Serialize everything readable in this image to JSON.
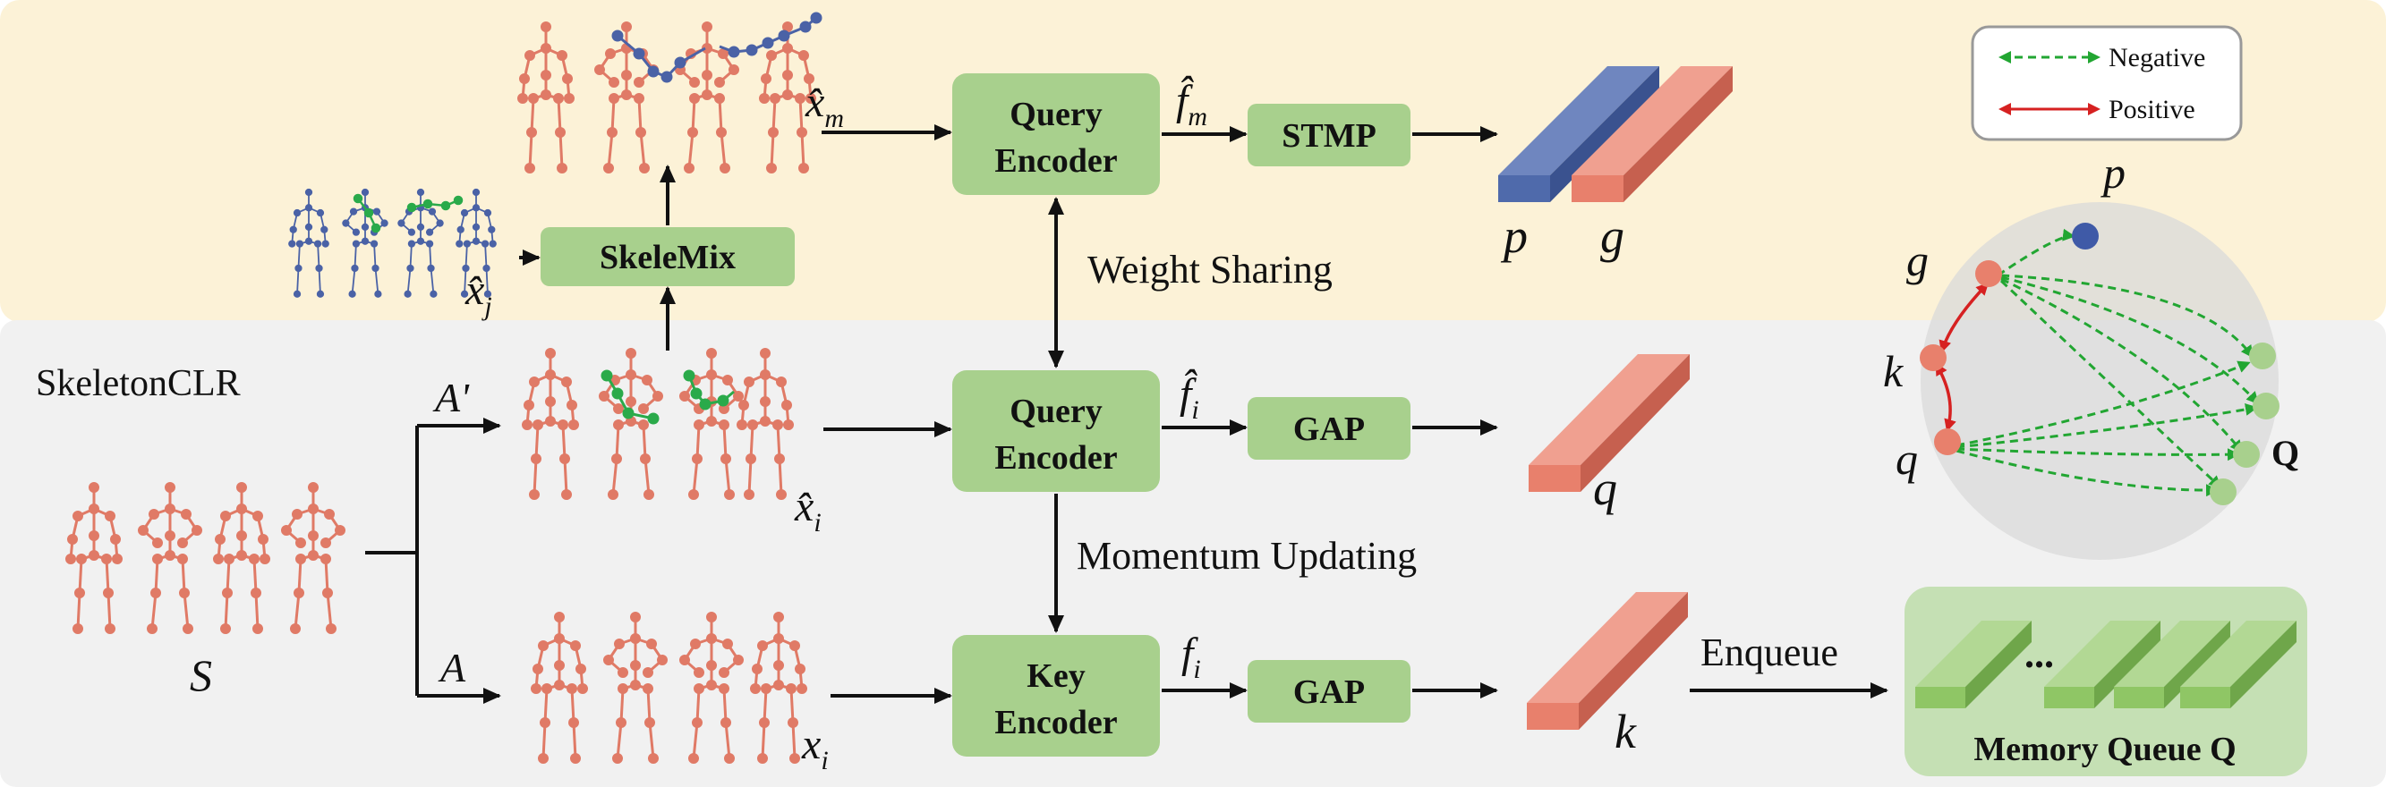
{
  "sections": {
    "bottom_label": "SkeletonCLR"
  },
  "boxes": {
    "skelemix": "SkeleMix",
    "query_encoder_top": [
      "Query",
      "Encoder"
    ],
    "query_encoder_mid": [
      "Query",
      "Encoder"
    ],
    "key_encoder": [
      "Key",
      "Encoder"
    ],
    "stmp": "STMP",
    "gap_mid": "GAP",
    "gap_bottom": "GAP"
  },
  "labels": {
    "weight_sharing": "Weight Sharing",
    "momentum_updating": "Momentum Updating",
    "enqueue": "Enqueue",
    "memory_queue": "Memory Queue Q",
    "ellipsis": "..."
  },
  "math": {
    "x_hat_m": "x̂",
    "x_hat_m_sub": "m",
    "x_hat_j": "x̂",
    "x_hat_j_sub": "j",
    "x_hat_i": "x̂",
    "x_hat_i_sub": "i",
    "x_i": "x",
    "x_i_sub": "i",
    "f_hat_m": "f̂",
    "f_hat_m_sub": "m",
    "f_hat_i": "f̂",
    "f_hat_i_sub": "i",
    "f_i": "f",
    "f_i_sub": "i",
    "A_prime": "A'",
    "A": "A",
    "S": "S"
  },
  "features": {
    "p": "p",
    "g": "g",
    "q": "q",
    "k": "k"
  },
  "legend": {
    "negative": "Negative",
    "positive": "Positive"
  },
  "sphere": {
    "p": "p",
    "g": "g",
    "k": "k",
    "q": "q",
    "Q": "Q"
  },
  "colors": {
    "top_bg": "#fcf2d7",
    "bottom_bg": "#f1f1f1",
    "box_fill": "#a8d08d",
    "skeleton_red": "#e07a66",
    "skeleton_blue": "#4a62a6",
    "skeleton_green": "#2aaa4a",
    "bar_red": "#e8806c",
    "bar_blue": "#4f6aab",
    "queue_bar": "#8fc665",
    "queue_bg": "#c5e0b4",
    "negative": "#22a632",
    "positive": "#d62121"
  }
}
